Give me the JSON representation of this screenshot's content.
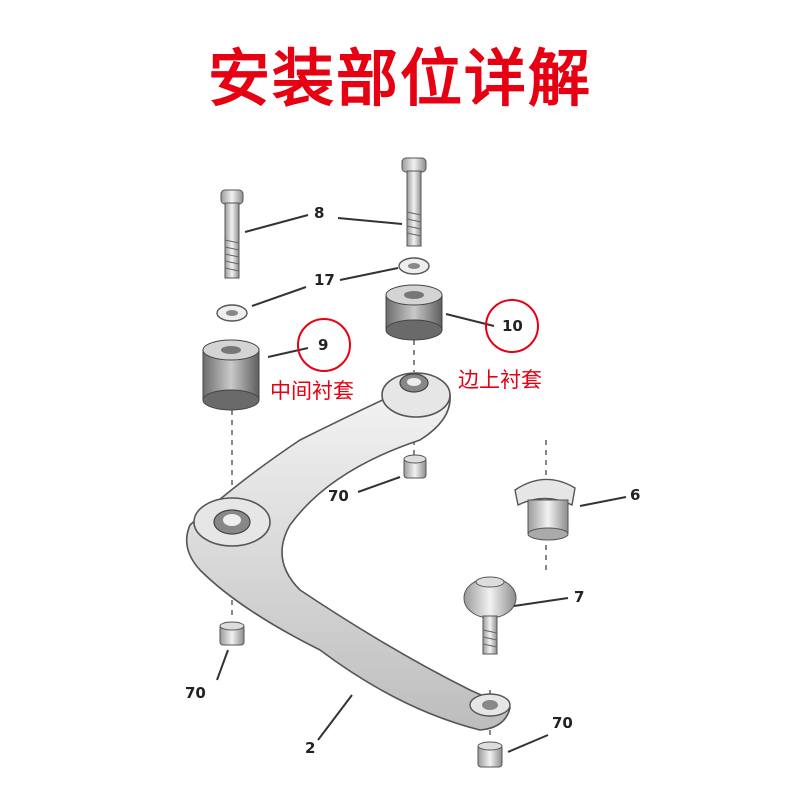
{
  "title": "安装部位详解",
  "labels": {
    "bolt": "8",
    "washer": "17",
    "bushing_middle": "9",
    "bushing_edge": "10",
    "nut_upper": "70",
    "clip": "6",
    "ball_joint": "7",
    "nut_left": "70",
    "arm": "2",
    "nut_right": "70"
  },
  "captions": {
    "middle_bushing": "中间衬套",
    "edge_bushing": "边上衬套"
  },
  "colors": {
    "accent": "#e60012",
    "line": "#333333",
    "metal": "#d9d9d9"
  }
}
